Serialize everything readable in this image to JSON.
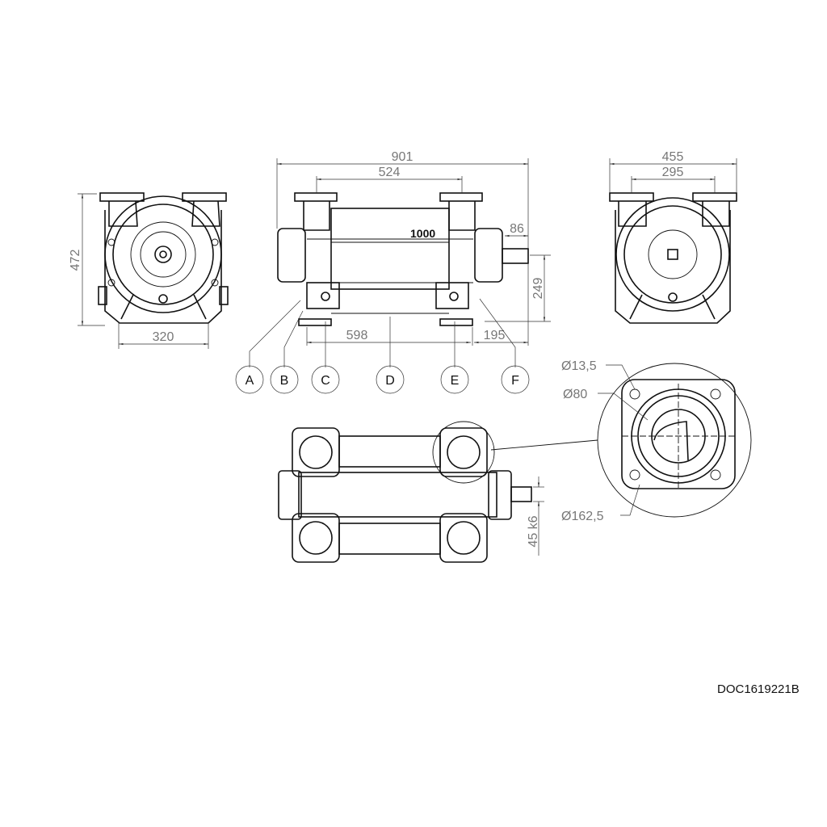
{
  "document_id": "DOC1619221B",
  "model_label": "1000",
  "dimensions": {
    "front_height": "472",
    "front_base_width": "320",
    "overall_length": "901",
    "flange_spacing": "524",
    "shaft_length": "86",
    "shaft_height": "249",
    "foot_spacing": "598",
    "shaft_end_to_foot": "195",
    "side_width": "455",
    "side_flange_spacing": "295",
    "shaft_diameter": "45 k6",
    "bolt_hole_diameter": "Ø13,5",
    "port_diameter": "Ø80",
    "bolt_circle_diameter": "Ø162,5"
  },
  "callouts": [
    "A",
    "B",
    "C",
    "D",
    "E",
    "F"
  ]
}
